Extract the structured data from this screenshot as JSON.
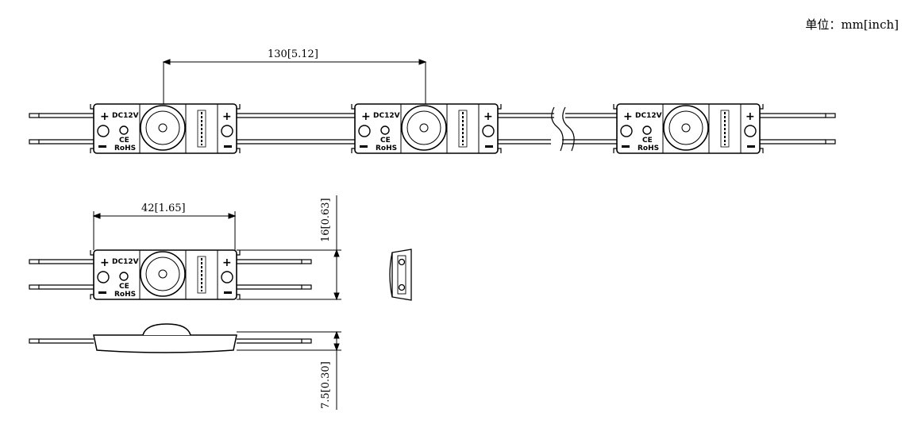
{
  "unit_label": "单位：mm[inch]",
  "dimensions": {
    "pitch": "130[5.12]",
    "module_length": "42[1.65]",
    "module_width": "16[0.63]",
    "module_height": "7.5[0.30]"
  },
  "module_markings": {
    "voltage": "DC12V",
    "ce": "CE",
    "rohs": "RoHS",
    "plus": "+",
    "minus": "−"
  }
}
